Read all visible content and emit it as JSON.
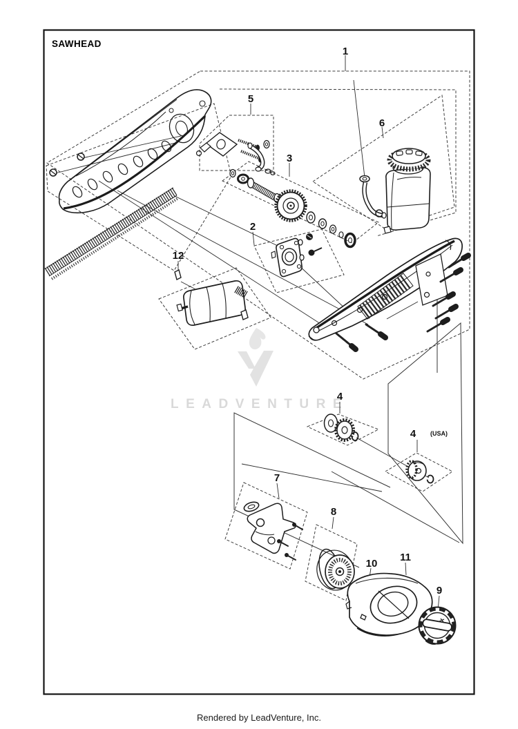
{
  "page": {
    "title": "SAWHEAD",
    "footer": "Rendered by LeadVenture, Inc.",
    "watermark": "LEADVENTURE"
  },
  "colors": {
    "paper": "#ffffff",
    "border": "#151515",
    "line_art": "#1c1c1c",
    "dashed_box": "#3c3c3c",
    "watermark_gray": "#d9d9d9",
    "watermark_logo_gray": "#e2e2e2"
  },
  "callouts": {
    "c1": "1",
    "c2": "2",
    "c3": "3",
    "c4": "4",
    "c4usa_num": "4",
    "c4usa_suffix": "(USA)",
    "c5": "5",
    "c6": "6",
    "c7": "7",
    "c8": "8",
    "c9": "9",
    "c10": "10",
    "c11": "11",
    "c12": "12"
  },
  "icons": {
    "watermark_logo": "flame-over-v-logo"
  }
}
